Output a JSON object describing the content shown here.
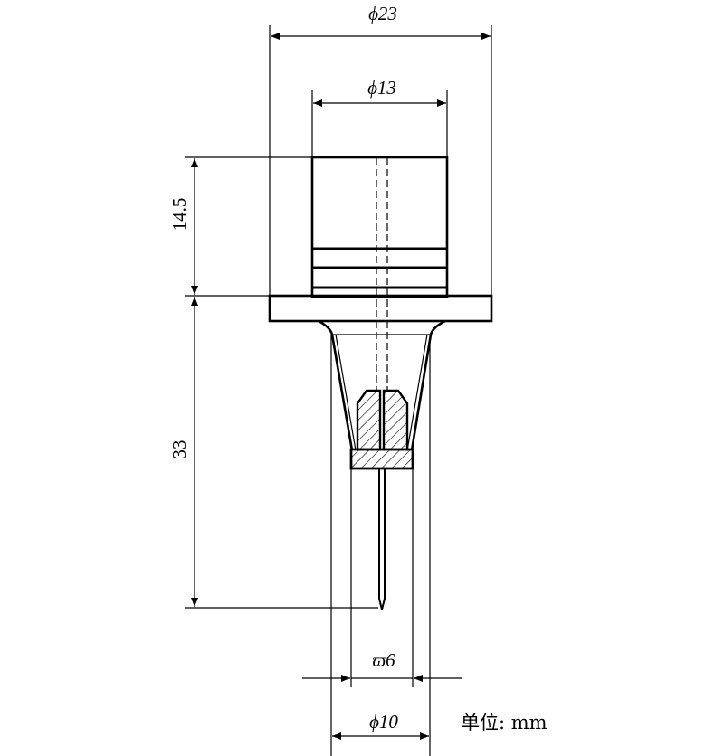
{
  "dimensions": {
    "dia_23": "ϕ23",
    "dia_13": "ϕ13",
    "height_14_5": "14.5",
    "height_33": "33",
    "dia_6": "ϖ6",
    "dia_10": "ϕ10"
  },
  "unit_label": "单位: mm"
}
